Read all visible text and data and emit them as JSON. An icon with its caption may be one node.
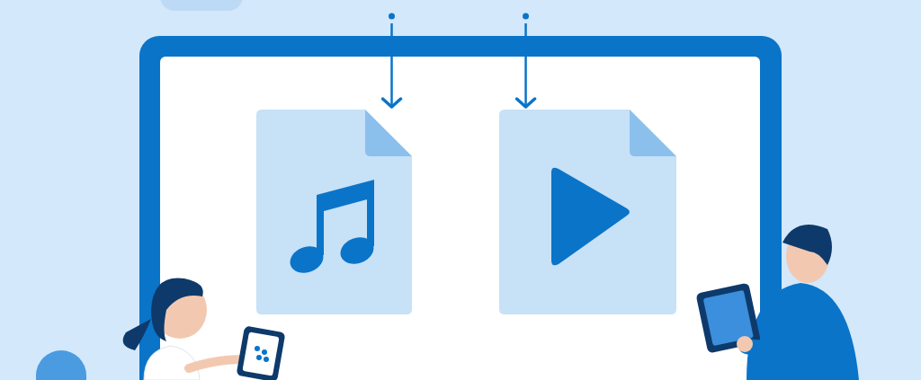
{
  "diagram": {
    "nodes": [
      {
        "text": [],
        "shape": "picture"
      },
      {
        "text": [],
        "shape": "picture"
      }
    ],
    "edges": [
      {
        "from": null,
        "to": 0,
        "arrow": "to"
      },
      {
        "from": null,
        "to": 1,
        "arrow": "to"
      }
    ]
  }
}
